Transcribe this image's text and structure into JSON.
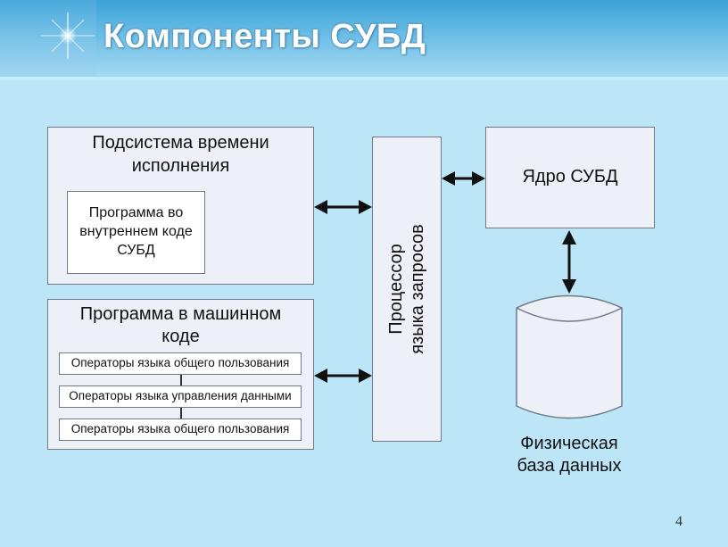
{
  "slide": {
    "title": "Компоненты СУБД",
    "page_number": "4",
    "colors": {
      "background": "#bde5f8",
      "header_top": "#3aa3d8",
      "box_fill": "#edf0f6",
      "box_border": "#6f7a88",
      "arrow": "#111111"
    }
  },
  "diagram": {
    "runtime_subsystem": {
      "label": "Подсистема времени исполнения",
      "line1": "Подсистема времени",
      "line2": "исполнения",
      "inner_box": {
        "line1": "Программа во",
        "line2": "внутреннем коде",
        "line3": "СУБД"
      }
    },
    "machine_code_program": {
      "line1": "Программа в машинном",
      "line2": "коде",
      "operators": [
        "Операторы языка общего пользования",
        "Операторы языка управления данными",
        "Операторы языка общего пользования"
      ]
    },
    "query_processor": {
      "line1": "Процессор",
      "line2": "языка запросов"
    },
    "dbms_core": {
      "label": "Ядро СУБД"
    },
    "physical_db": {
      "line1": "Физическая",
      "line2": "база данных"
    },
    "connections": [
      {
        "from": "runtime_subsystem",
        "to": "query_processor",
        "type": "bidirectional"
      },
      {
        "from": "machine_code_program",
        "to": "query_processor",
        "type": "bidirectional"
      },
      {
        "from": "query_processor",
        "to": "dbms_core",
        "type": "bidirectional"
      },
      {
        "from": "dbms_core",
        "to": "physical_db",
        "type": "bidirectional"
      }
    ]
  }
}
